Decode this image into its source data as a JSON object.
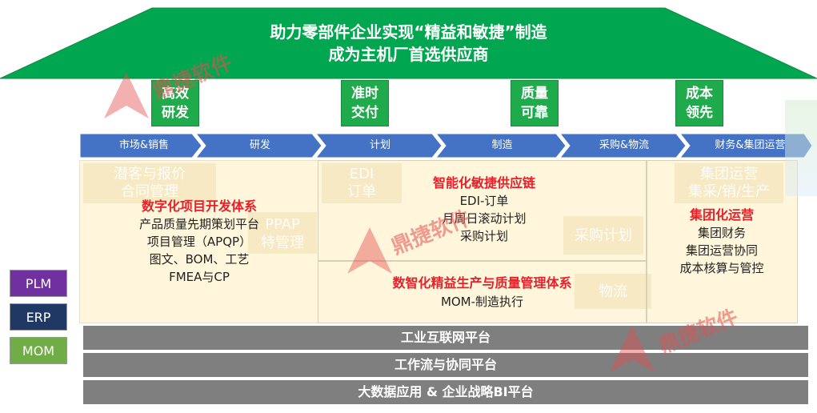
{
  "roof": {
    "line1": "助力零部件企业实现“精益和敏捷”制造",
    "line2": "成为主机厂首选供应商",
    "color": "#00a650"
  },
  "pillars": [
    {
      "line1": "高效",
      "line2": "研发"
    },
    {
      "line1": "准时",
      "line2": "交付"
    },
    {
      "line1": "质量",
      "line2": "可靠"
    },
    {
      "line1": "成本",
      "line2": "领先"
    }
  ],
  "process": [
    "市场&销售",
    "研发",
    "计划",
    "制造",
    "采购&物流",
    "财务&集团运营"
  ],
  "ghost_labels": {
    "a1": "潜客与报价",
    "a2": "合同管理",
    "b1": "EDI",
    "b2": "订单",
    "c1": "PPAP",
    "c2": "特管理",
    "d1": "采购计划",
    "e1": "物流",
    "f1": "集团运营",
    "f2": "集采/销/生产"
  },
  "plm_block": {
    "title": "数字化项目开发体系",
    "lines": [
      "产品质量先期策划平台",
      "项目管理（APQP）",
      "图文、BOM、工艺",
      "FMEA与CP"
    ]
  },
  "scm_block": {
    "title": "智能化敏捷供应链",
    "lines": [
      "EDI-订单",
      "月周日滚动计划",
      "采购计划"
    ]
  },
  "mom_block": {
    "title": "数智化精益生产与质量管理体系",
    "lines": [
      "MOM-制造执行"
    ]
  },
  "group_block": {
    "title": "集团化运营",
    "lines": [
      "集团财务",
      "集团运营协同",
      "成本核算与管控"
    ]
  },
  "platforms": [
    "工业互联网平台",
    "工作流与协同平台",
    "大数据应用 & 企业战略BI平台"
  ],
  "legend": [
    {
      "label": "PLM",
      "color": "#7030a0"
    },
    {
      "label": "ERP",
      "color": "#1f3864"
    },
    {
      "label": "MOM",
      "color": "#70ad47"
    }
  ],
  "watermark": "鼎捷软件",
  "colors": {
    "pillar": "#1faa4b",
    "process": "#4472c4",
    "platform": "#7f7f7f",
    "title_red": "#e8202a"
  }
}
